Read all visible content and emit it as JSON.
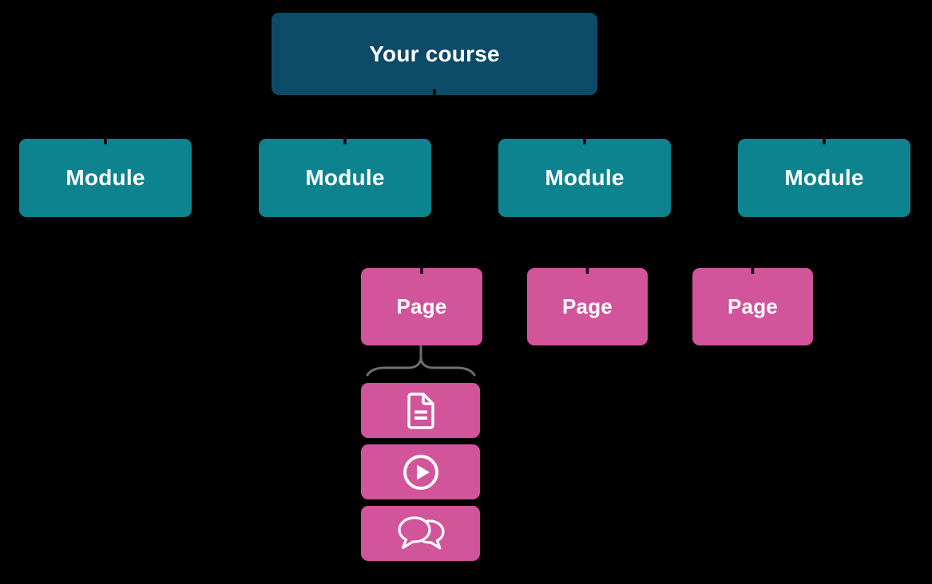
{
  "canvas": {
    "background": "#000000"
  },
  "colors": {
    "course": "#0d4a68",
    "module": "#0d8390",
    "page": "#d2549b",
    "brace": "#6e6e6e",
    "text": "#ffffff",
    "bg": "#000000"
  },
  "course": {
    "label": "Your course"
  },
  "modules": [
    {
      "label": "Module"
    },
    {
      "label": "Module"
    },
    {
      "label": "Module"
    },
    {
      "label": "Module"
    }
  ],
  "pages": [
    {
      "label": "Page"
    },
    {
      "label": "Page"
    },
    {
      "label": "Page"
    }
  ],
  "content_items": [
    {
      "icon": "document-icon"
    },
    {
      "icon": "play-icon"
    },
    {
      "icon": "chat-icon"
    }
  ]
}
